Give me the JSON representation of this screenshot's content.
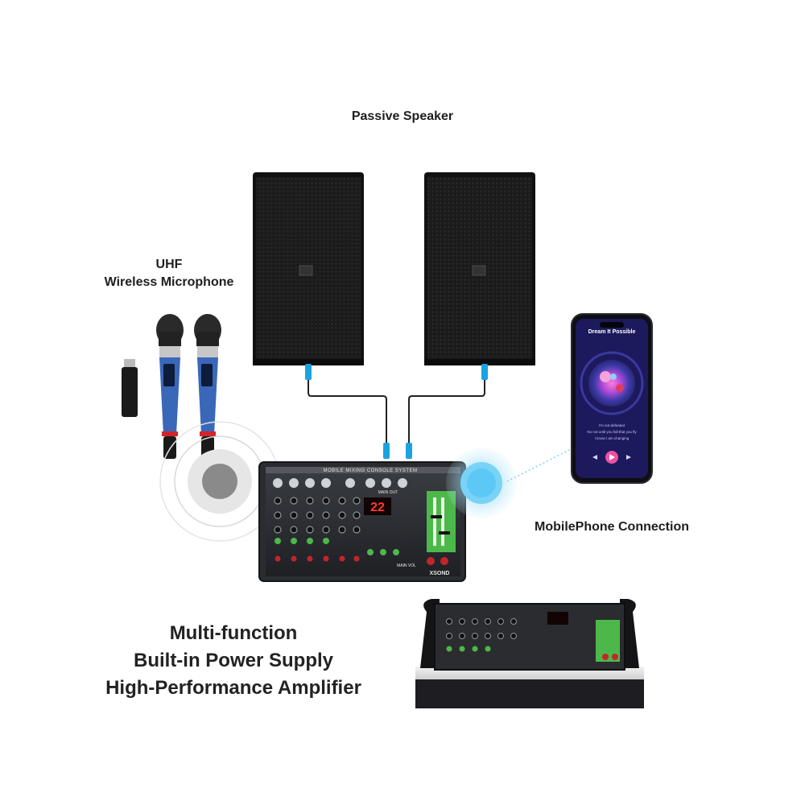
{
  "labels": {
    "passive_speaker": "Passive Speaker",
    "uhf_line1": "UHF",
    "uhf_line2": "Wireless Microphone",
    "mobile_connection": "MobilePhone Connection"
  },
  "features": [
    "Multi-function",
    "Built-in Power Supply",
    "High-Performance Amplifier"
  ],
  "phone": {
    "song_title": "Dream It Possible",
    "lyrics": [
      "I'm not defeated",
      "No not until you fall that you fly",
      "I know I am changing"
    ]
  },
  "mixer": {
    "header_text": "MOBILE MIXING CONSOLE SYSTEM",
    "main_out": "MAIN OUT",
    "main_vol": "MAIN VOL",
    "display_value": "22",
    "brand": "XSOND"
  },
  "colors": {
    "mic_body": "#3a67b8",
    "mic_ring": "#d0262a",
    "cable_accent": "#1aa3e0",
    "bt_blue": "#5cc8f5",
    "mixer_green": "#4db84a",
    "phone_screen": "#1c1a5c"
  }
}
